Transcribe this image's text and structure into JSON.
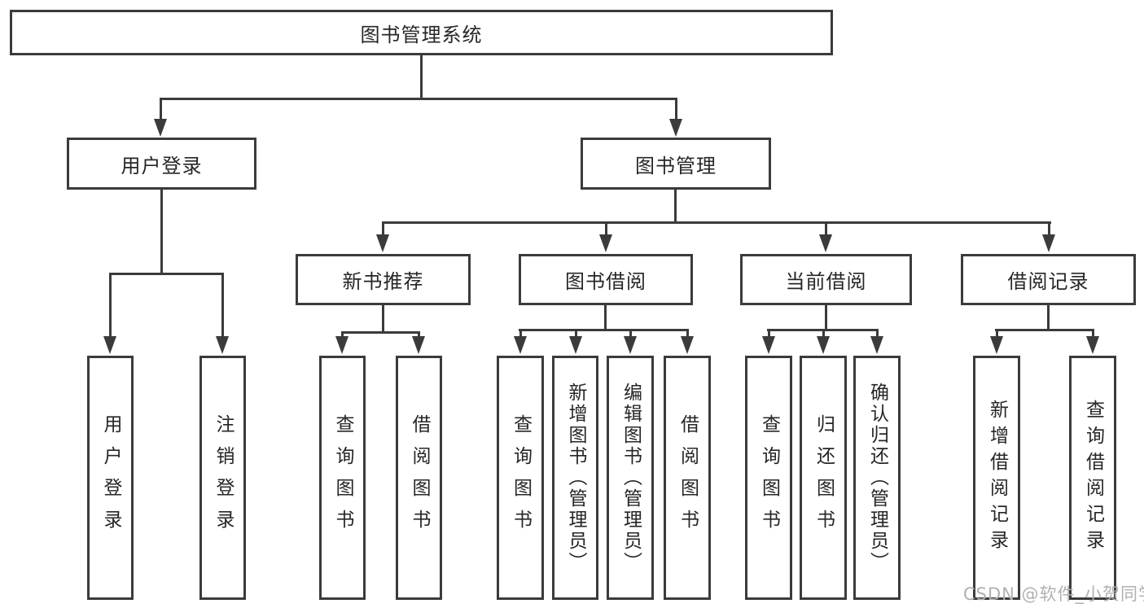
{
  "diagram": {
    "title": "图书管理系统",
    "root": {
      "label": "图书管理系统"
    },
    "level2": [
      {
        "label": "用户登录"
      },
      {
        "label": "图书管理"
      }
    ],
    "level3": [
      {
        "label": "新书推荐"
      },
      {
        "label": "图书借阅"
      },
      {
        "label": "当前借阅"
      },
      {
        "label": "借阅记录"
      }
    ],
    "leaves": {
      "user_login": [
        "用户登录",
        "注销登录"
      ],
      "new_book": [
        "查询图书",
        "借阅图书"
      ],
      "book_borrow": [
        "查询图书",
        "新增图书（管理员）",
        "编辑图书（管理员）",
        "借阅图书"
      ],
      "current_borrow": [
        "查询图书",
        "归还图书",
        "确认归还（管理员）"
      ],
      "borrow_record": [
        "新增借阅记录",
        "查询借阅记录"
      ]
    }
  },
  "watermark": "CSDN @软件_小贺同学",
  "colors": {
    "line": "#3b3b3b",
    "text": "#262626",
    "background": "#ffffff",
    "watermark": "#b0b0b0"
  }
}
